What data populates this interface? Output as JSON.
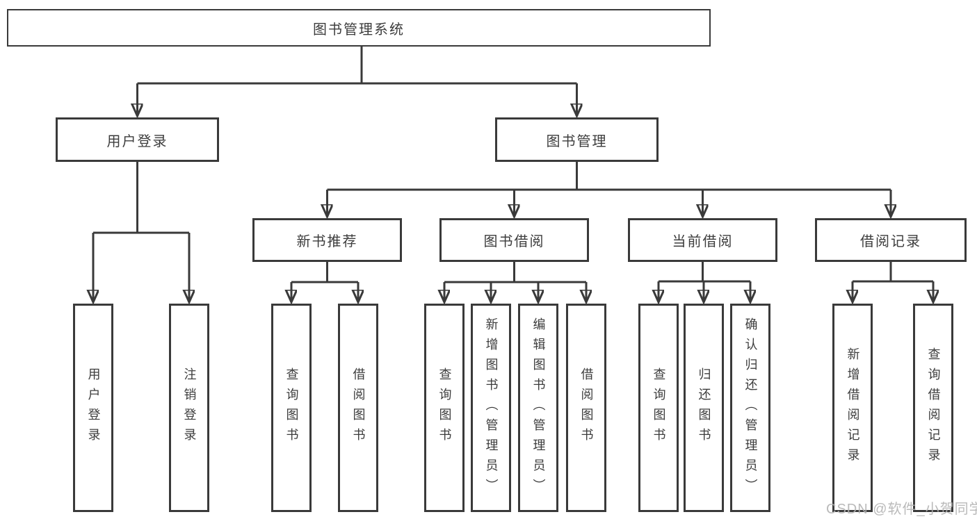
{
  "colors": {
    "line": "#3a3a3a",
    "box_border": "#3a3a3a",
    "box_background": "#ffffff",
    "text": "#3d3d3d",
    "watermark": "#b3b3b3",
    "background": "#ffffff"
  },
  "watermark": {
    "text": "CSDN @软件_小贺同学"
  },
  "tree": {
    "label": "图书管理系统",
    "children": [
      {
        "label": "用户登录",
        "children": [
          {
            "label": "用户登录"
          },
          {
            "label": "注销登录"
          }
        ]
      },
      {
        "label": "图书管理",
        "children": [
          {
            "label": "新书推荐",
            "children": [
              {
                "label": "查询图书"
              },
              {
                "label": "借阅图书"
              }
            ]
          },
          {
            "label": "图书借阅",
            "children": [
              {
                "label": "查询图书"
              },
              {
                "label": "新增图书（管理员）"
              },
              {
                "label": "编辑图书（管理员）"
              },
              {
                "label": "借阅图书"
              }
            ]
          },
          {
            "label": "当前借阅",
            "children": [
              {
                "label": "查询图书"
              },
              {
                "label": "归还图书"
              },
              {
                "label": "确认归还（管理员）"
              }
            ]
          },
          {
            "label": "借阅记录",
            "children": [
              {
                "label": "新增借阅记录"
              },
              {
                "label": "查询借阅记录"
              }
            ]
          }
        ]
      }
    ]
  }
}
